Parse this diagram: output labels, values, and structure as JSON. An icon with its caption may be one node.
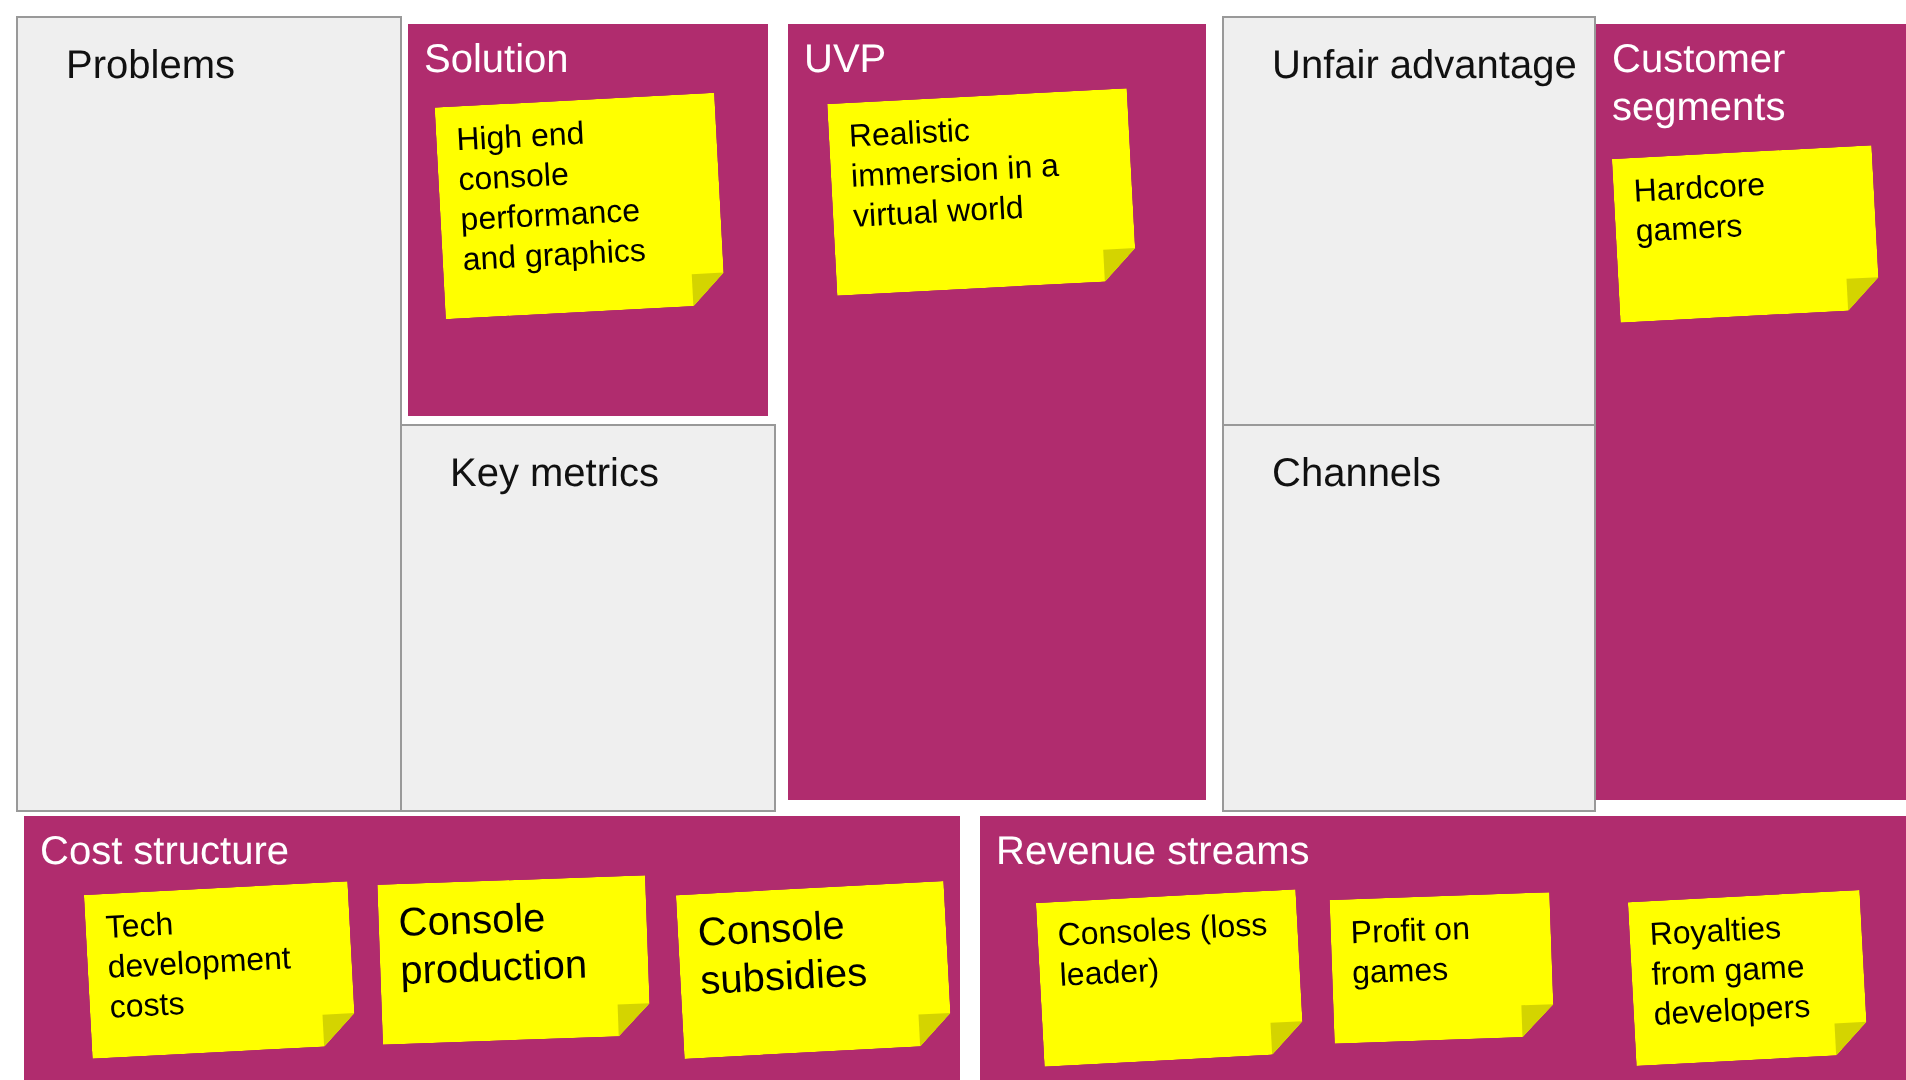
{
  "diagram": {
    "nodes": [
      {
        "text": [
          "Problems"
        ]
      },
      {
        "text": [
          "Solution"
        ]
      },
      {
        "text": [
          "High end console performance and graphics"
        ],
        "in": 1
      },
      {
        "text": [
          "Key metrics"
        ]
      },
      {
        "text": [
          "UVP"
        ]
      },
      {
        "text": [
          "Realistic immersion in a virtual world"
        ],
        "in": 4
      },
      {
        "text": [
          "Unfair advantage"
        ]
      },
      {
        "text": [
          "Channels"
        ]
      },
      {
        "text": [
          "Customer segments"
        ]
      },
      {
        "text": [
          "Hardcore gamers"
        ],
        "in": 8
      },
      {
        "text": [
          "Cost structure"
        ]
      },
      {
        "text": [
          "Tech development costs"
        ],
        "in": 10
      },
      {
        "text": [
          "Console production"
        ],
        "in": 10
      },
      {
        "text": [
          "Console subsidies"
        ],
        "in": 10
      },
      {
        "text": [
          "Revenue streams"
        ]
      },
      {
        "text": [
          "Consoles (loss leader)"
        ],
        "in": 14
      },
      {
        "text": [
          "Profit on games"
        ],
        "in": 14
      },
      {
        "text": [
          "Royalties from game developers"
        ],
        "in": 14
      }
    ]
  }
}
